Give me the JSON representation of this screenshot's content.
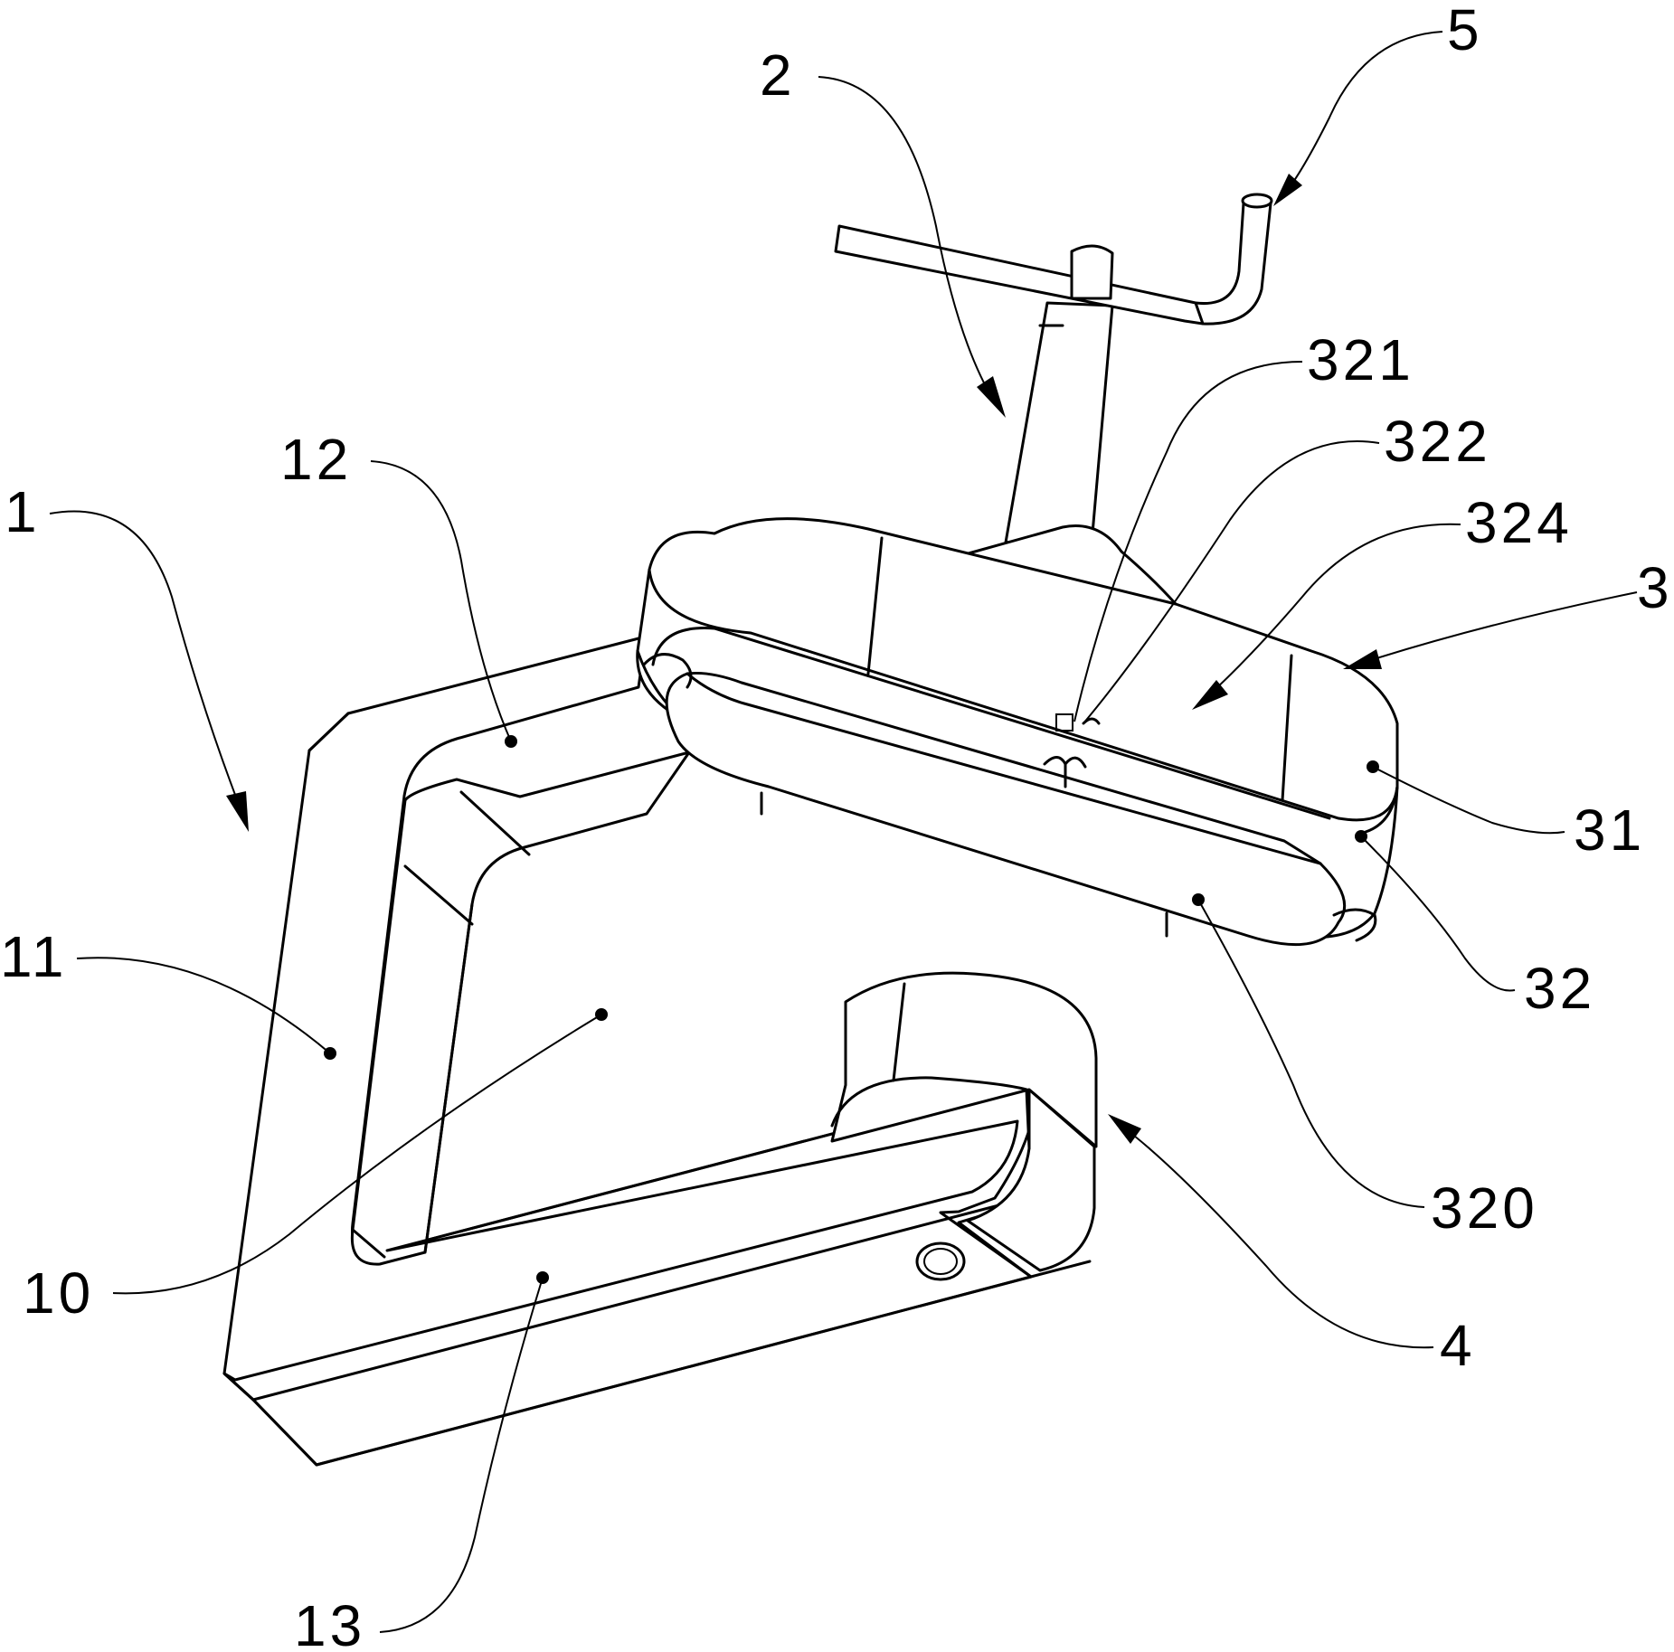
{
  "labels": {
    "l1": "1",
    "l2": "2",
    "l3": "3",
    "l4": "4",
    "l5": "5",
    "l10": "10",
    "l11": "11",
    "l12": "12",
    "l13": "13",
    "l31": "31",
    "l32": "32",
    "l320": "320",
    "l321": "321",
    "l322": "322",
    "l324": "324"
  },
  "colors": {
    "ink": "#000000",
    "paper": "#ffffff"
  }
}
